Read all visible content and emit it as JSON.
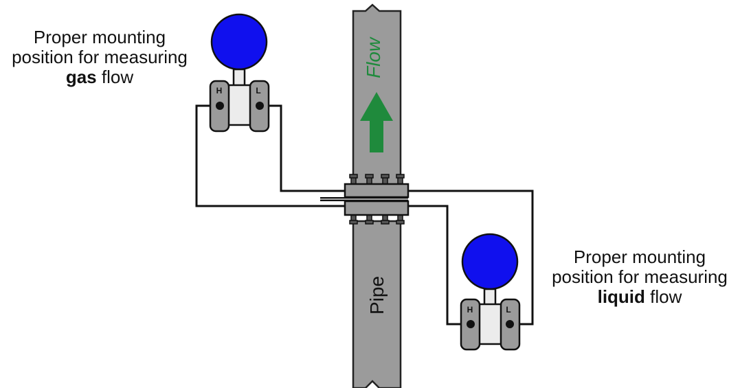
{
  "gas_label": {
    "line1": "Proper mounting",
    "line2": "position for measuring",
    "bold_word": "gas",
    "tail_word": "flow"
  },
  "liquid_label": {
    "line1": "Proper mounting",
    "line2": "position for measuring",
    "bold_word": "liquid",
    "tail_word": "flow"
  },
  "pipe_label": "Pipe",
  "flow_label": "Flow",
  "gas_transmitter": {
    "high_port": "H",
    "low_port": "L"
  },
  "liquid_transmitter": {
    "high_port": "H",
    "low_port": "L"
  },
  "colors": {
    "pipe": "#9b9b9b",
    "flow_arrow": "#1f8a3c",
    "transmitter_head": "#1010ee",
    "capsule": "#9b9b9b",
    "body": "#ececec"
  }
}
